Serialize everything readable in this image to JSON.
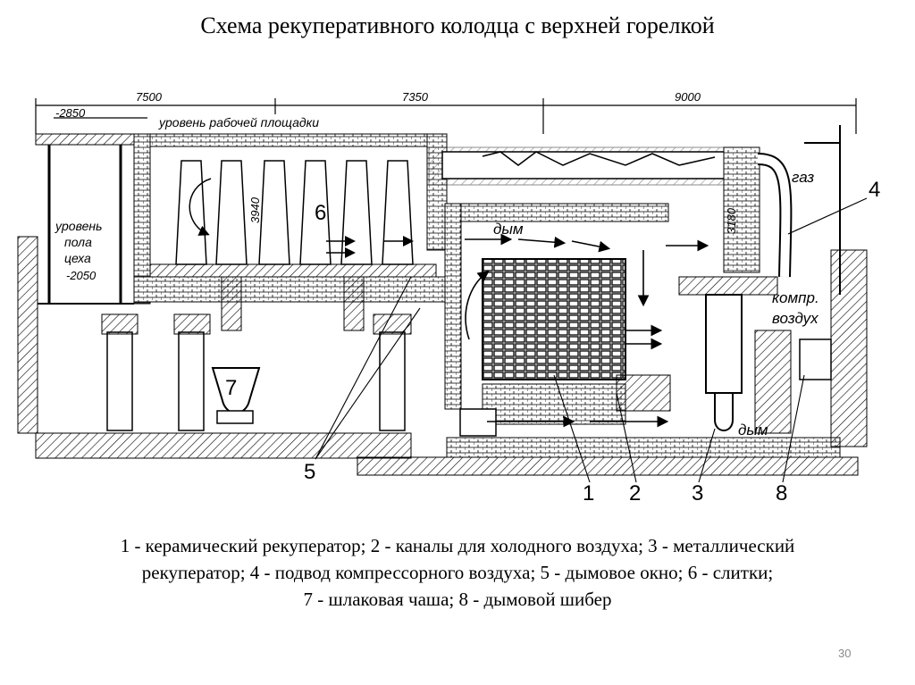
{
  "slide": {
    "title": "Схема рекуперативного колодца с верхней горелкой",
    "page_number": "30"
  },
  "diagram": {
    "dimensions": {
      "d1": "7500",
      "d2": "7350",
      "d3": "9000",
      "level_top": "-2850",
      "height_3940": "3940",
      "height_3180": "3180",
      "level_floor": "-2050"
    },
    "labels": {
      "work_platform_level": "уровень рабочей площадки",
      "floor_level_line1": "уровень",
      "floor_level_line2": "пола",
      "floor_level_line3": "цеха",
      "gas": "газ",
      "smoke_top": "дым",
      "smoke_bottom": "дым",
      "compressed_air_line1": "компр.",
      "compressed_air_line2": "воздух"
    },
    "numbers": {
      "n1": "1",
      "n2": "2",
      "n3": "3",
      "n4": "4",
      "n5": "5",
      "n6": "6",
      "n7": "7",
      "n8": "8"
    }
  },
  "caption": {
    "line1": "1 - керамический рекуператор; 2 - каналы для холодного воздуха; 3 - металлический",
    "line2": "рекуператор; 4 - подвод компрессорного воздуха; 5 - дымовое окно; 6 - слитки;",
    "line3": "7 - шлаковая чаша; 8 - дымовой шибер"
  }
}
